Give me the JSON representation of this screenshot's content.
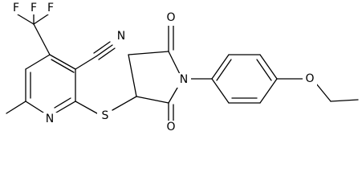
{
  "diagram": {
    "atoms": {
      "F1": "F",
      "F2": "F",
      "F3": "F",
      "N_nitrile": "N",
      "N_pyridine": "N",
      "S": "S",
      "N_imide": "N",
      "O_top": "O",
      "O_bottom": "O",
      "O_ether": "O"
    },
    "colors": {
      "bond": "#000000",
      "label": "#000000",
      "background": "#ffffff"
    }
  }
}
